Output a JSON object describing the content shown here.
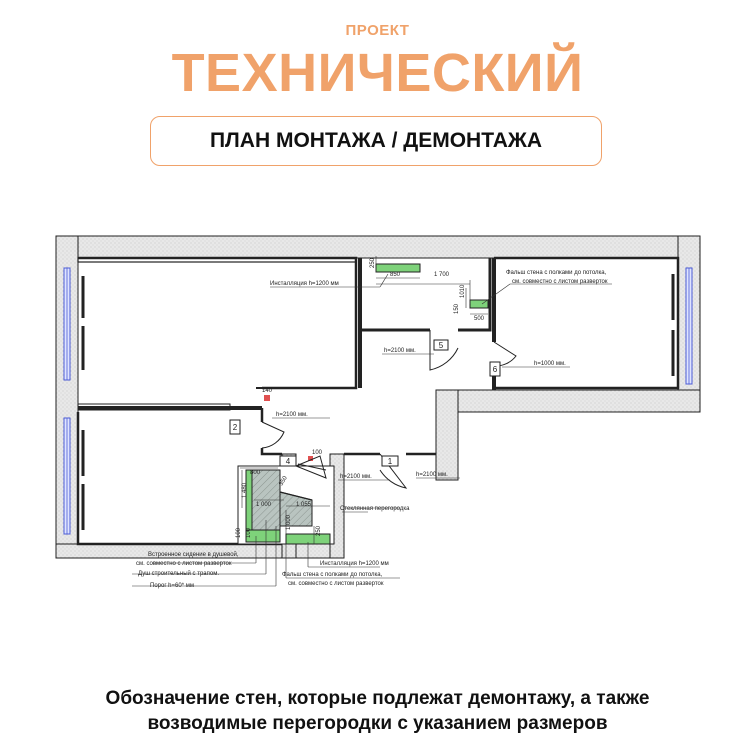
{
  "header": {
    "label": "ПРОЕКТ",
    "title": "ТЕХНИЧЕСКИЙ",
    "plan_title": "ПЛАН МОНТАЖА / ДЕМОНТАЖА"
  },
  "plan": {
    "dims": {
      "d250_top": "250",
      "d850": "850",
      "d1700": "1 700",
      "d1010": "1010",
      "d150": "150",
      "d500": "500",
      "d140": "140",
      "d100": "100",
      "d800": "800",
      "d1480": "1 480",
      "d1000a": "1 000",
      "d350": "350",
      "d1055": "1 055",
      "d1000b": "1 000",
      "d250_bottom": "250",
      "d100b": "100",
      "d100c": "100"
    },
    "door_numbers": [
      "5",
      "6",
      "2",
      "4",
      "1"
    ],
    "notes": {
      "install_top": "Инсталляция h=1200 мм",
      "false_wall_top_1": "Фальш стена с полками до потолка,",
      "false_wall_top_2": "см. совместно с листом разверток",
      "h2100_corridor": "h=2100 мм.",
      "h1000": "h=1000 мм.",
      "h2100_left": "h=2100 мм.",
      "h2100_bath": "h=2100 мм.",
      "h2100_right": "h=2100 мм.",
      "glass_partition": "Стеклянная перегородка",
      "seat_1": "Встроенное сидение в душевой,",
      "seat_2": "см. совместно с листом разверток",
      "shower_1": "Душ строительный с трапом.",
      "shower_2": "Порог h=60* мм",
      "install_bottom": "Инсталляция h=1200 мм",
      "false_wall_bottom_1": "Фальш стена с полками до потолка,",
      "false_wall_bottom_2": "см. совместно с листом разверток"
    }
  },
  "caption": {
    "line1": "Обозначение стен, которые подлежат демонтажу, а также",
    "line2": "возводимые перегородки с указанием размеров"
  },
  "colors": {
    "accent": "#f0a26a",
    "wall_hatch": "#e8e8e8",
    "new_partition": "#7ed27a",
    "shower_area": "#b9c4c0",
    "window": "#4b5bd6",
    "demolish_marker": "#e05050"
  }
}
